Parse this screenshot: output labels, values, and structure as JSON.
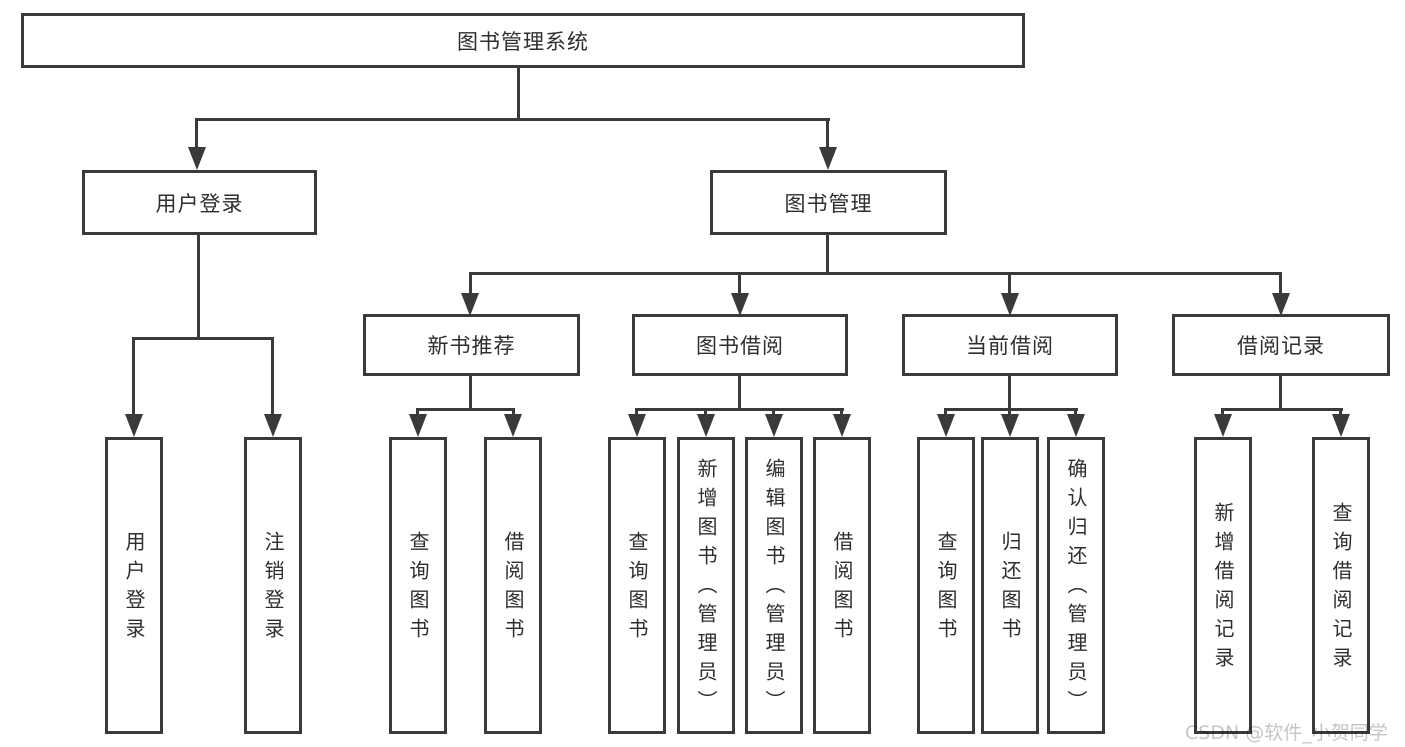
{
  "diagram_type": "hierarchy-tree",
  "title": "图书管理系统",
  "watermark": {
    "text": "CSDN @软件_小贺同学"
  },
  "colors": {
    "line": "#3a3a3a",
    "text": "#2e2e2e",
    "box-bg": "#ffffff",
    "page-bg": "#ffffff",
    "watermark": "#c6c6c6"
  },
  "tree": {
    "label": "图书管理系统",
    "children": [
      {
        "label": "用户登录",
        "children": [
          {
            "label": "用户登录"
          },
          {
            "label": "注销登录"
          }
        ]
      },
      {
        "label": "图书管理",
        "children": [
          {
            "label": "新书推荐",
            "children": [
              {
                "label": "查询图书"
              },
              {
                "label": "借阅图书"
              }
            ]
          },
          {
            "label": "图书借阅",
            "children": [
              {
                "label": "查询图书"
              },
              {
                "label": "新增图书（管理员）"
              },
              {
                "label": "编辑图书（管理员）"
              },
              {
                "label": "借阅图书"
              }
            ]
          },
          {
            "label": "当前借阅",
            "children": [
              {
                "label": "查询图书"
              },
              {
                "label": "归还图书"
              },
              {
                "label": "确认归还（管理员）"
              }
            ]
          },
          {
            "label": "借阅记录",
            "children": [
              {
                "label": "新增借阅记录"
              },
              {
                "label": "查询借阅记录"
              }
            ]
          }
        ]
      }
    ]
  }
}
